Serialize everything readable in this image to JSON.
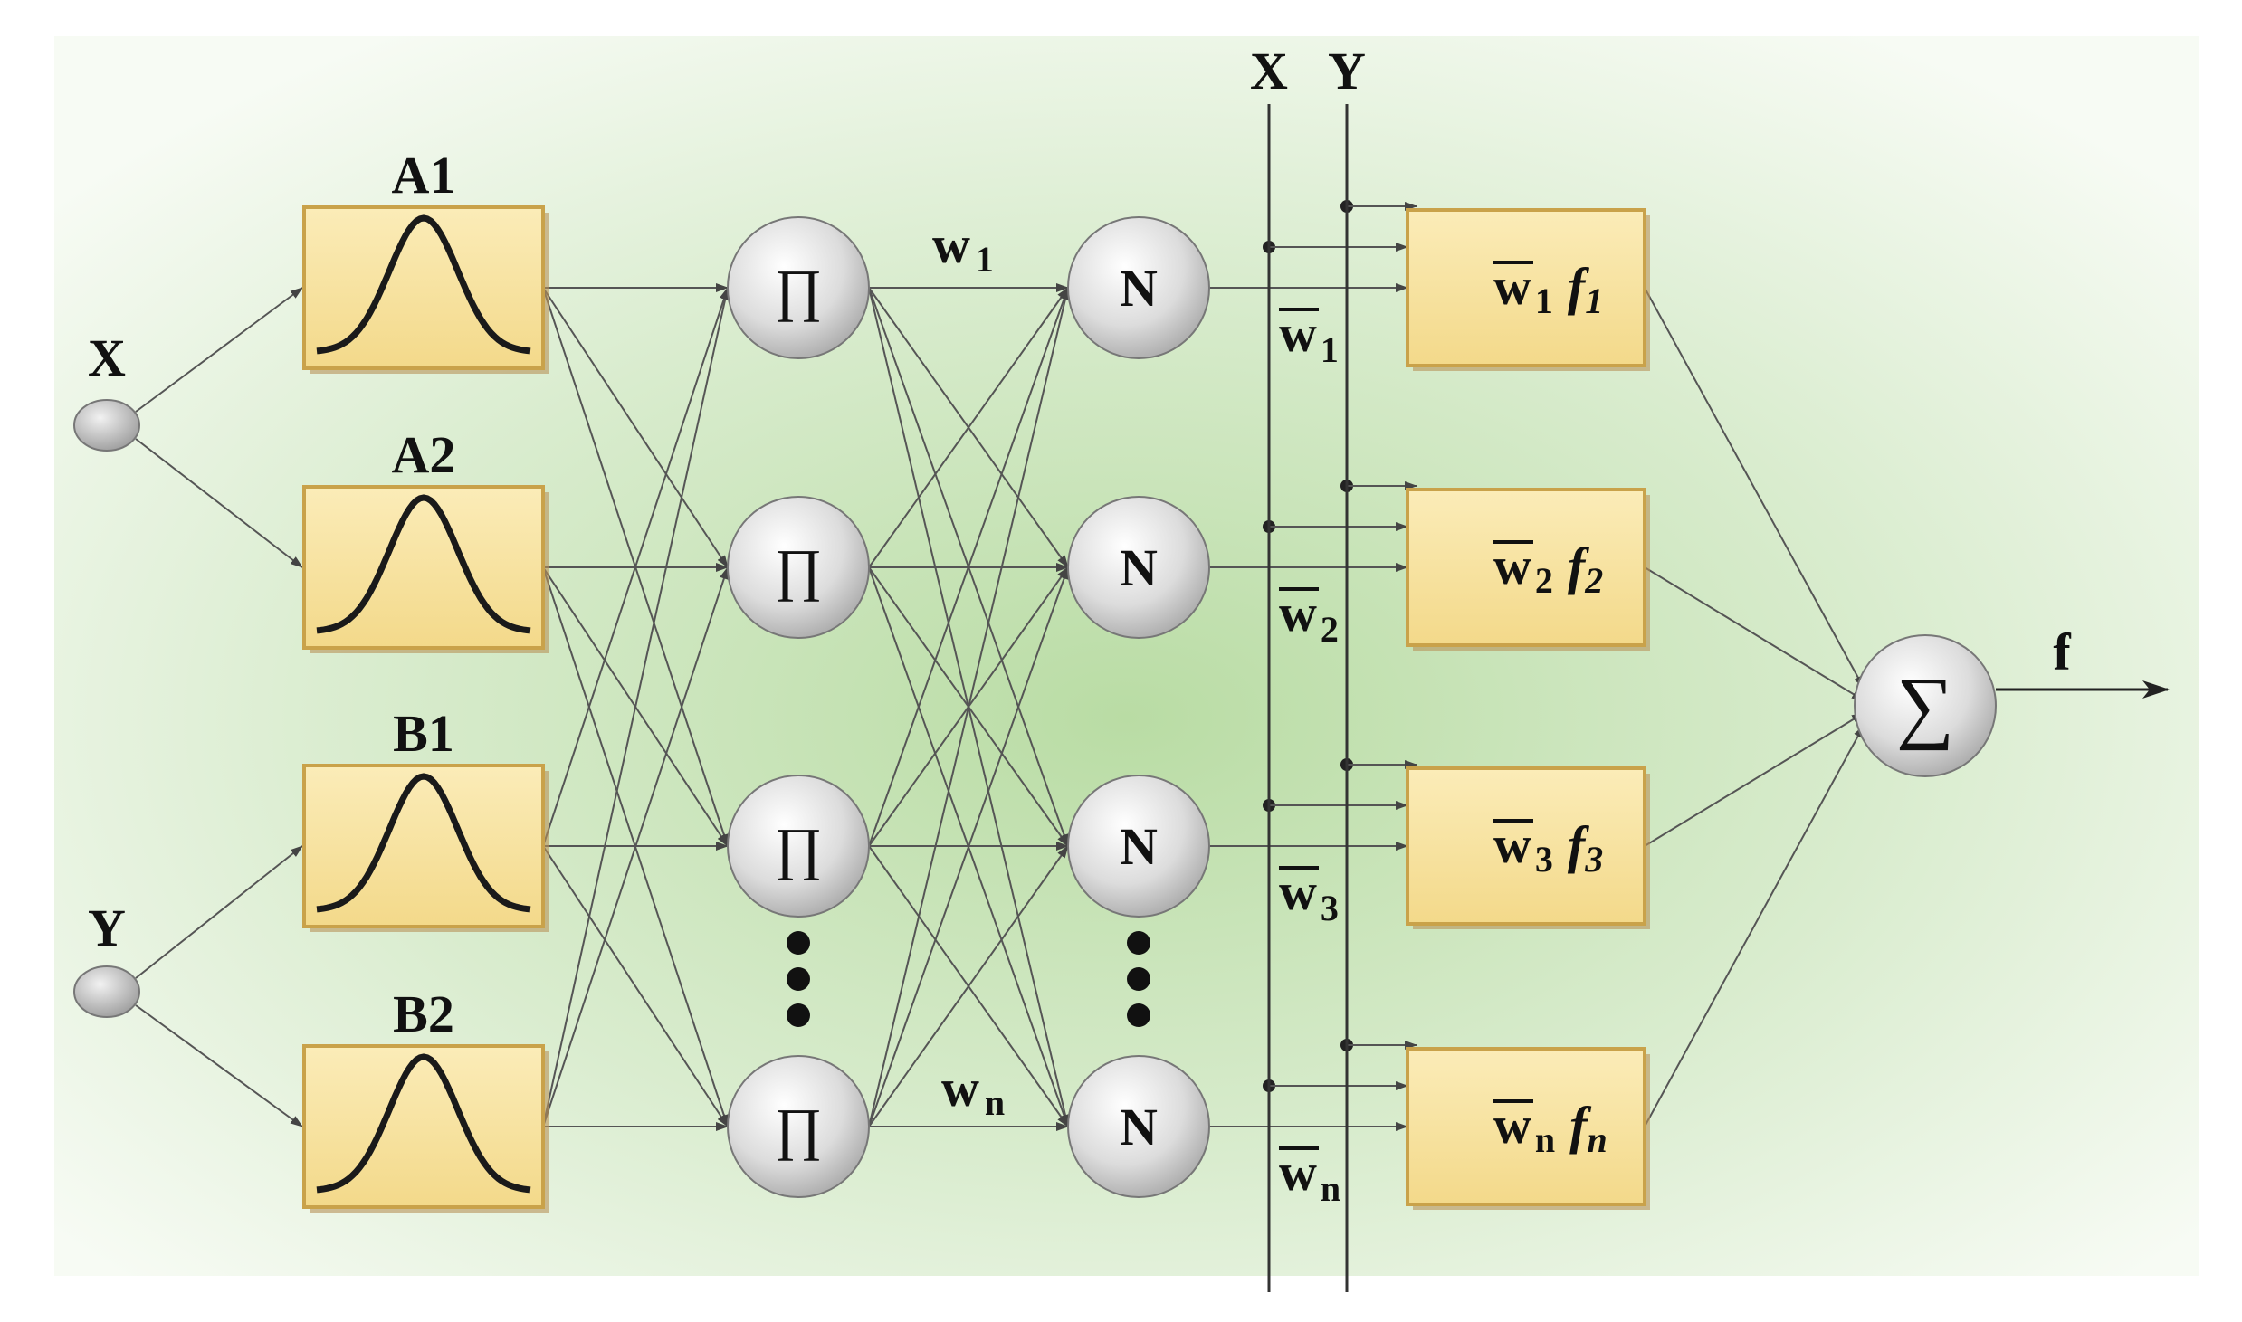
{
  "inputs": {
    "x": "X",
    "y": "Y"
  },
  "membership": [
    "A1",
    "A2",
    "B1",
    "B2"
  ],
  "product_symbol": "∏",
  "norm_symbol": "N",
  "sum_symbol": "∑",
  "weights": {
    "w1": "w",
    "w1_sub": "1",
    "wn": "w",
    "wn_sub": "n"
  },
  "norm_weights": [
    {
      "w": "w",
      "sub": "1"
    },
    {
      "w": "w",
      "sub": "2"
    },
    {
      "w": "w",
      "sub": "3"
    },
    {
      "w": "w",
      "sub": "n"
    }
  ],
  "rule_boxes": [
    {
      "w": "w",
      "sub": "1",
      "f": "f",
      "fsub": "1"
    },
    {
      "w": "w",
      "sub": "2",
      "f": "f",
      "fsub": "2"
    },
    {
      "w": "w",
      "sub": "3",
      "f": "f",
      "fsub": "3"
    },
    {
      "w": "w",
      "sub": "n",
      "f": "f",
      "fsub": "n"
    }
  ],
  "bus_labels": {
    "x": "X",
    "y": "Y"
  },
  "output": "f",
  "colors": {
    "box_fill": "#f7e3a0",
    "box_border": "#c9a24a",
    "node_fill": "#d8d8d8",
    "background_glow": "#c9e3b8"
  }
}
